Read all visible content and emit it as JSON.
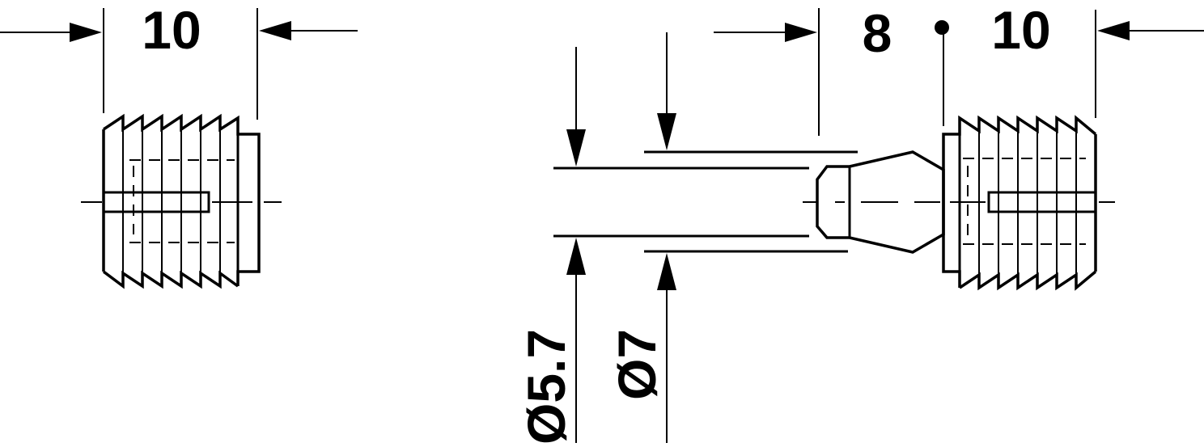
{
  "figure": {
    "colors": {
      "line": "#000000",
      "background": "#ffffff"
    },
    "dimensions": {
      "left_sleeve_length": "10",
      "bolt_length": "8",
      "right_sleeve_length": "10",
      "diameter_inner": "Ø5.7",
      "diameter_outer": "Ø7"
    },
    "parts": [
      "threaded-sleeve-left",
      "connector-bolt",
      "threaded-sleeve-right"
    ]
  }
}
